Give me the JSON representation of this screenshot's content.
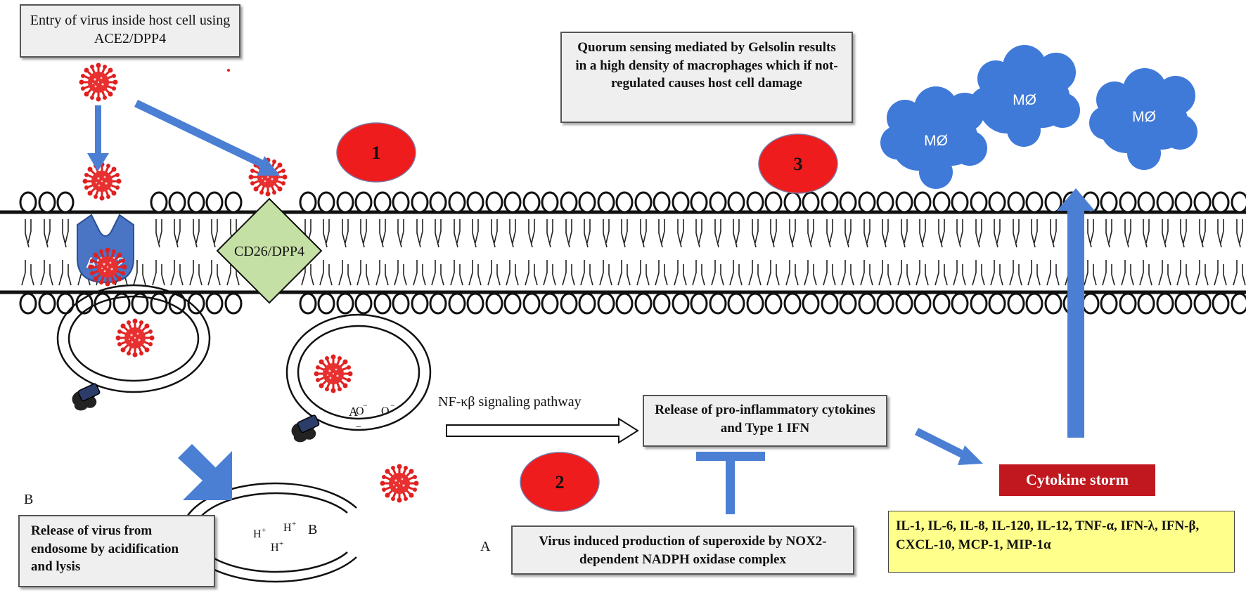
{
  "labels": {
    "entry": "Entry of virus inside host cell using ACE2/DPP4",
    "quorum": "Quorum sensing mediated by Gelsolin results in a high density of macrophages which if not-regulated causes host cell damage",
    "release_cytokines": "Release of pro-inflammatory cytokines and Type 1 IFN",
    "release_endosome": "Release of virus from endosome by acidification and lysis",
    "superoxide": "Virus induced production of superoxide by NOX2-dependent NADPH oxidase complex",
    "cytokine_storm": "Cytokine storm",
    "cytokine_list": "IL-1, IL-6, IL-8, IL-120, IL-12, TNF-α, IFN-λ, IFN-β, CXCL-10, MCP-1, MIP-1α",
    "nfkb": "NF-κβ signaling pathway",
    "ace2": "ACE2",
    "cd26": "CD26/DPP4",
    "macrophage": "MØ",
    "step1": "1",
    "step2": "2",
    "step3": "3",
    "label_a": "A",
    "label_b": "B",
    "label_b2": "B",
    "label_a2": "A",
    "hplus": "H",
    "plus": "+",
    "ominus": "O",
    "minus": "−"
  },
  "colors": {
    "arrow_blue": "#4a7fd4",
    "virus_red": "#e02020",
    "number_circle": "#ee1c1c",
    "cd26_fill": "#c5e0a5",
    "ace2_fill": "#4a74c4",
    "macrophage_fill": "#3f7ad9",
    "storm_fill": "#c0181e",
    "list_fill": "#ffff8c"
  }
}
